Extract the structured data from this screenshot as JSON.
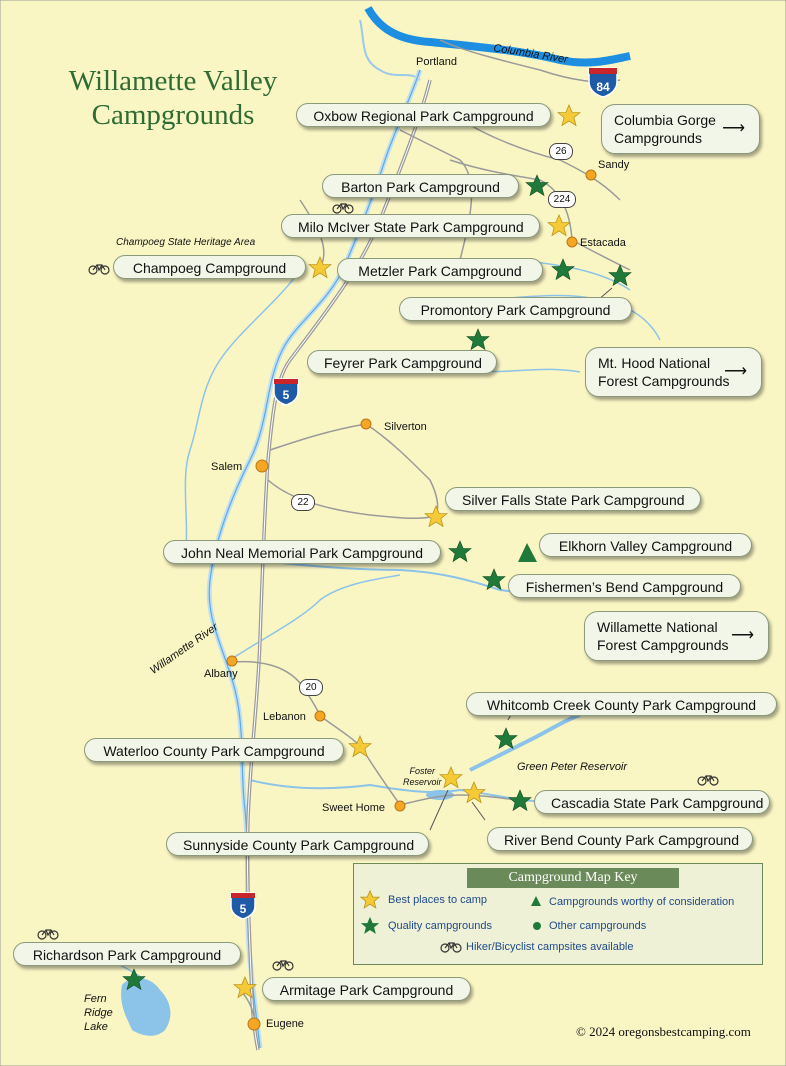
{
  "map": {
    "title_line1": "Willamette Valley",
    "title_line2": "Campgrounds",
    "copyright": "© 2024 oregonsbestcamping.com"
  },
  "campgrounds": [
    {
      "name": "Oxbow Regional Park Campground",
      "category": "best"
    },
    {
      "name": "Barton Park Campground",
      "category": "quality"
    },
    {
      "name": "Milo McIver State Park Campground",
      "category": "best"
    },
    {
      "name": "Champoeg Campground",
      "category": "best"
    },
    {
      "name": "Metzler Park Campground",
      "category": "quality"
    },
    {
      "name": "Promontory Park Campground",
      "category": "quality"
    },
    {
      "name": "Feyrer Park Campground",
      "category": "quality"
    },
    {
      "name": "Silver Falls State Park Campground",
      "category": "best"
    },
    {
      "name": "John Neal Memorial Park Campground",
      "category": "quality"
    },
    {
      "name": "Elkhorn Valley Campground",
      "category": "consideration"
    },
    {
      "name": "Fishermen’s Bend Campground",
      "category": "quality"
    },
    {
      "name": "Whitcomb Creek County Park Campground",
      "category": "quality"
    },
    {
      "name": "Waterloo County Park Campground",
      "category": "best"
    },
    {
      "name": "Cascadia State Park Campground",
      "category": "quality"
    },
    {
      "name": "River Bend County Park Campground",
      "category": "best"
    },
    {
      "name": "Sunnyside County Park Campground",
      "category": "best"
    },
    {
      "name": "Richardson Park Campground",
      "category": "quality"
    },
    {
      "name": "Armitage Park Campground",
      "category": "best"
    }
  ],
  "regions": [
    {
      "line1": "Columbia Gorge",
      "line2": "Campgrounds"
    },
    {
      "line1": "Mt. Hood National",
      "line2": "Forest Campgrounds"
    },
    {
      "line1": "Willamette National",
      "line2": "Forest Campgrounds"
    }
  ],
  "places": {
    "portland": "Portland",
    "sandy": "Sandy",
    "estacada": "Estacada",
    "silverton": "Silverton",
    "salem": "Salem",
    "albany": "Albany",
    "lebanon": "Lebanon",
    "sweet_home": "Sweet Home",
    "eugene": "Eugene",
    "champoeg_area": "Champoeg State Heritage Area",
    "columbia_river": "Columbia River",
    "willamette_river": "Willamette River",
    "foster_line1": "Foster",
    "foster_line2": "Reservoir",
    "green_peter": "Green Peter Reservoir",
    "fern_line1": "Fern",
    "fern_line2": "Ridge",
    "fern_line3": "Lake"
  },
  "highways": {
    "i84": "84",
    "i5": "5",
    "r26": "26",
    "r224": "224",
    "r22": "22",
    "r20": "20"
  },
  "legend": {
    "title": "Campground Map Key",
    "best": "Best places to camp",
    "quality": "Quality campgrounds",
    "consideration": "Campgrounds worthy of consideration",
    "other": "Other campgrounds",
    "bike": "Hiker/Bicyclist campsites available"
  },
  "colors": {
    "background": "#faf6c4",
    "water": "#cde8f5",
    "river": "#1e8fe0",
    "road": "#9a9a9a",
    "best_star": "#f6c937",
    "quality_star": "#1f7a3a",
    "city_dot": "#f5a623",
    "legend_title_bg": "#6b8a5a"
  }
}
